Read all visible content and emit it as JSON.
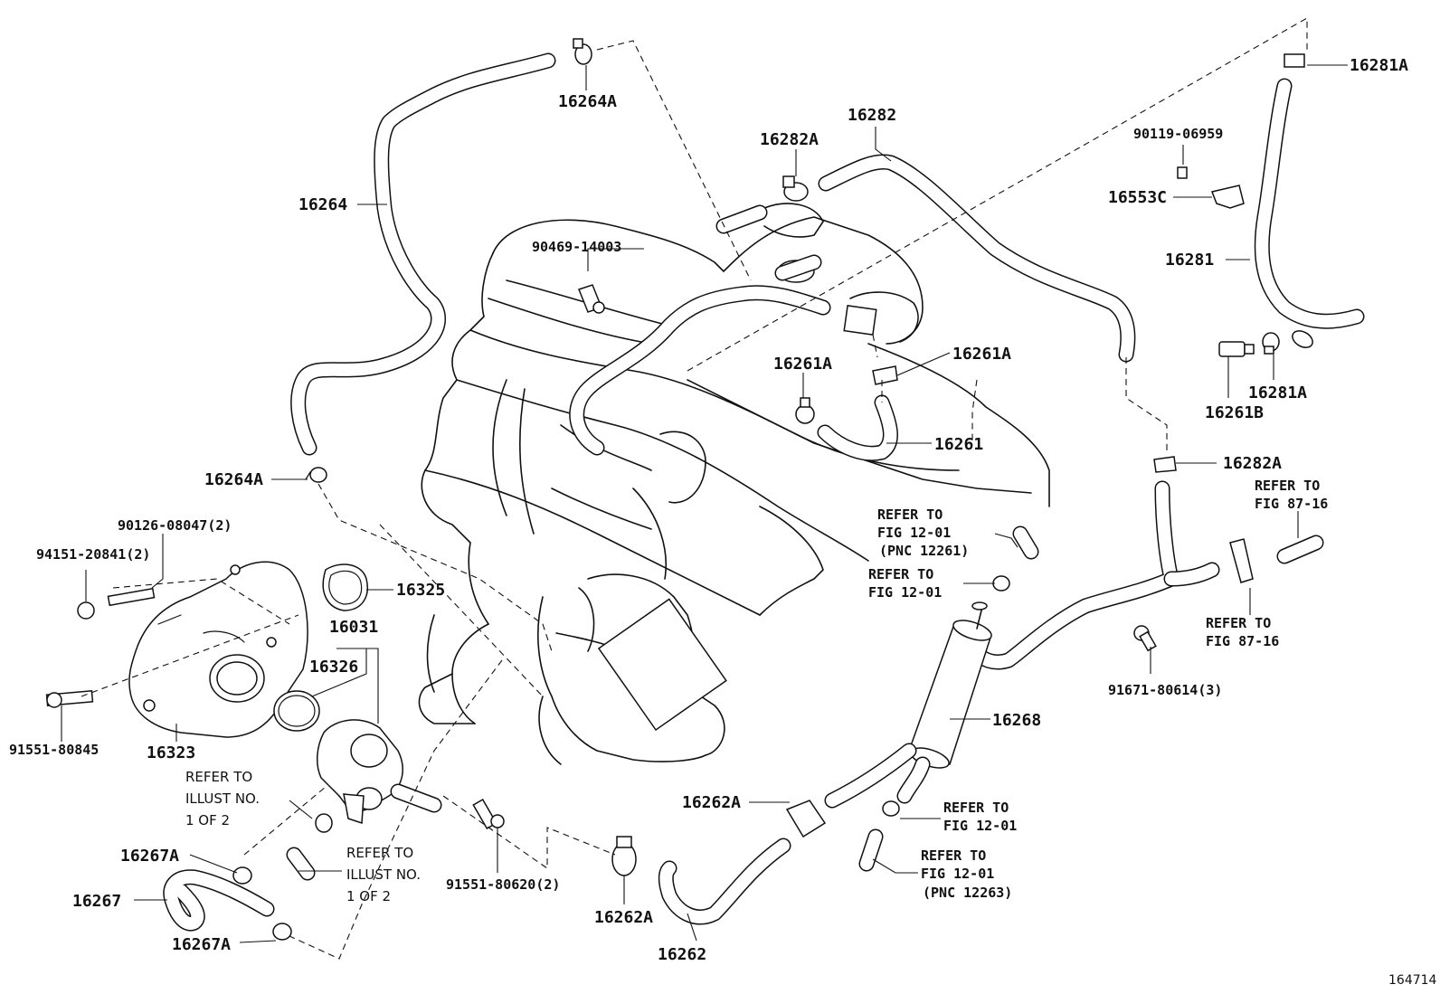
{
  "diagram": {
    "figure_number": "164714",
    "labels": {
      "l_16264A_top": "16264A",
      "l_16264": "16264",
      "l_16264A_mid": "16264A",
      "l_90469": "90469-14003",
      "l_16282A_top": "16282A",
      "l_16282": "16282",
      "l_90119": "90119-06959",
      "l_16553C": "16553C",
      "l_16281A_top": "16281A",
      "l_16281": "16281",
      "l_16281A_low": "16281A",
      "l_16261B": "16261B",
      "l_16261A_left": "16261A",
      "l_16261A_right": "16261A",
      "l_16261": "16261",
      "l_16282A_right": "16282A",
      "l_90126": "90126-08047(2)",
      "l_94151": "94151-20841(2)",
      "l_16325": "16325",
      "l_16031": "16031",
      "l_16326": "16326",
      "l_91551_845": "91551-80845",
      "l_16323": "16323",
      "l_16268": "16268",
      "l_91671": "91671-80614(3)",
      "l_16262A_mid": "16262A",
      "l_16262A_low": "16262A",
      "l_16262": "16262",
      "l_91551_620": "91551-80620(2)",
      "l_16267A_top": "16267A",
      "l_16267": "16267",
      "l_16267A_low": "16267A"
    },
    "refer_notes": {
      "r1_a": "REFER TO",
      "r1_b": "FIG 12-01",
      "r1_c": "(PNC 12261)",
      "r2_a": "REFER TO",
      "r2_b": "FIG 12-01",
      "r3_a": "REFER TO",
      "r3_b": "FIG 87-16",
      "r4_a": "REFER TO",
      "r4_b": "FIG 87-16",
      "r5_a": "REFER TO",
      "r5_b": "FIG 12-01",
      "r6_a": "REFER TO",
      "r6_b": "FIG 12-01",
      "r6_c": "(PNC 12263)",
      "r7_a": "REFER TO",
      "r7_b": "ILLUST NO.",
      "r7_c": "1 OF 2",
      "r8_a": "REFER TO",
      "r8_b": "ILLUST NO.",
      "r8_c": "1 OF 2"
    }
  }
}
